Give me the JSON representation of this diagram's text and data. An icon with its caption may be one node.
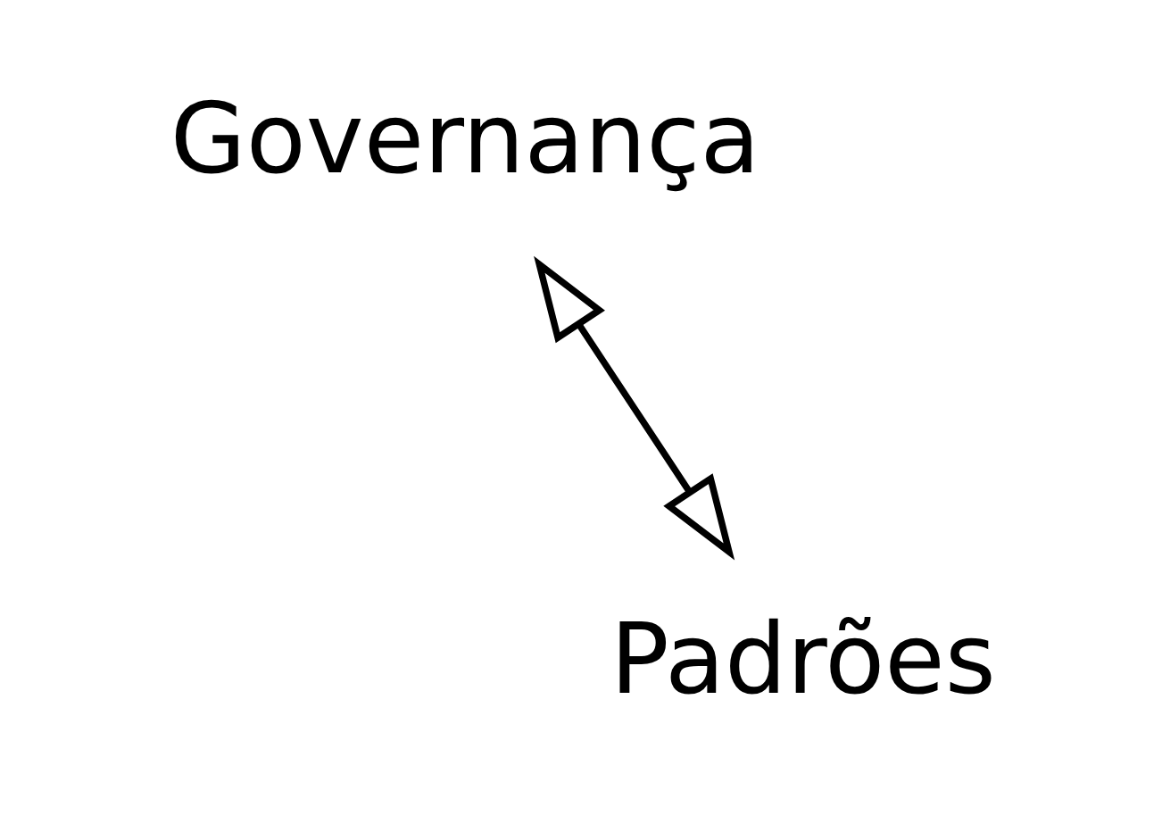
{
  "diagram": {
    "nodes": [
      {
        "text": [
          "Governança"
        ]
      },
      {
        "text": [
          "Padrões"
        ]
      }
    ],
    "edges": [
      {
        "from": 0,
        "to": 1,
        "arrow": "both"
      }
    ]
  }
}
